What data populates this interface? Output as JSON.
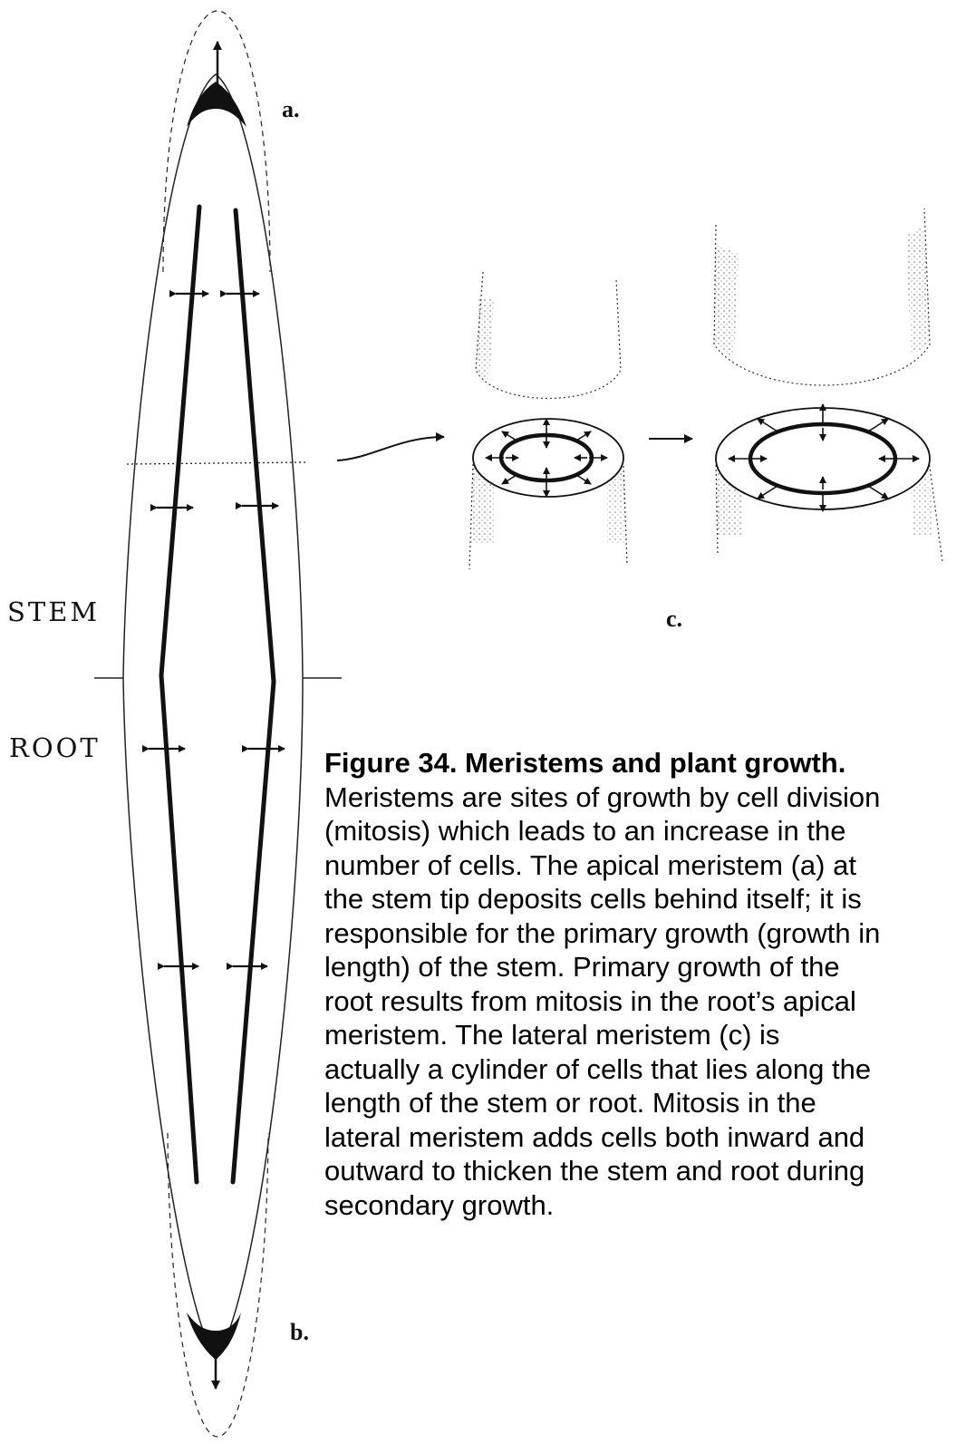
{
  "labels": {
    "a": "a.",
    "b": "b.",
    "c": "c.",
    "stem": "STEM",
    "root": "ROOT"
  },
  "caption": {
    "title": "Figure 34. Meristems and plant growth.",
    "lines": [
      "Meristems are sites of growth by cell division",
      "(mitosis) which leads to an increase in the",
      "number of cells.  The apical meristem (a) at",
      "the stem tip deposits cells behind itself; it is",
      "responsible for the primary growth (growth in",
      "length) of the stem. Primary growth of the",
      "root results from mitosis in the root’s apical",
      "meristem.  The lateral meristem (c) is",
      "actually a cylinder of cells that lies along the",
      "length of the stem or root. Mitosis in the",
      "lateral meristem adds cells both inward and",
      "outward to thicken the stem and root during",
      "secondary growth."
    ]
  },
  "colors": {
    "ink": "#111111",
    "background": "#ffffff"
  }
}
